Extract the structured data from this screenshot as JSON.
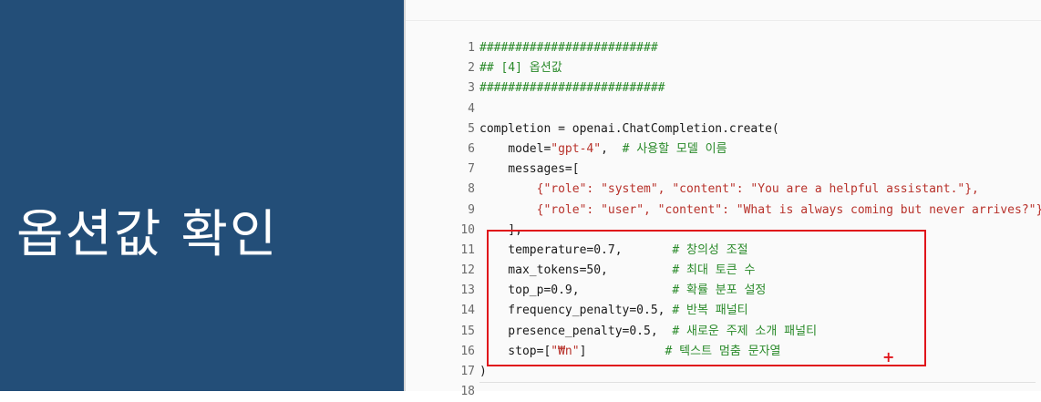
{
  "slide": {
    "title": "옵션값 확인"
  },
  "editor": {
    "lines": [
      {
        "n": "1",
        "parts": [
          {
            "t": "#########################",
            "c": "cmt"
          }
        ]
      },
      {
        "n": "2",
        "parts": [
          {
            "t": "## [4] 옵션값",
            "c": "cmt"
          }
        ]
      },
      {
        "n": "3",
        "parts": [
          {
            "t": "##########################",
            "c": "cmt"
          }
        ]
      },
      {
        "n": "4",
        "parts": []
      },
      {
        "n": "5",
        "parts": [
          {
            "t": "completion = openai.ChatCompletion.create(",
            "c": ""
          }
        ]
      },
      {
        "n": "6",
        "parts": [
          {
            "t": "    model=",
            "c": ""
          },
          {
            "t": "\"gpt-4\"",
            "c": "str"
          },
          {
            "t": ",  ",
            "c": ""
          },
          {
            "t": "# 사용할 모델 이름",
            "c": "cmt"
          }
        ]
      },
      {
        "n": "7",
        "parts": [
          {
            "t": "    messages=[",
            "c": ""
          }
        ]
      },
      {
        "n": "8",
        "parts": [
          {
            "t": "        ",
            "c": ""
          },
          {
            "t": "{\"role\": \"system\", \"content\": \"You are a helpful assistant.\"},",
            "c": "str"
          }
        ]
      },
      {
        "n": "9",
        "parts": [
          {
            "t": "        ",
            "c": ""
          },
          {
            "t": "{\"role\": \"user\", \"content\": \"What is always coming but never arrives?\"}",
            "c": "str"
          }
        ]
      },
      {
        "n": "10",
        "parts": [
          {
            "t": "    ],",
            "c": ""
          }
        ]
      },
      {
        "n": "11",
        "parts": [
          {
            "t": "    temperature=0.7,       ",
            "c": ""
          },
          {
            "t": "# 창의성 조절",
            "c": "cmt"
          }
        ]
      },
      {
        "n": "12",
        "parts": [
          {
            "t": "    max_tokens=50,         ",
            "c": ""
          },
          {
            "t": "# 최대 토큰 수",
            "c": "cmt"
          }
        ]
      },
      {
        "n": "13",
        "parts": [
          {
            "t": "    top_p=0.9,             ",
            "c": ""
          },
          {
            "t": "# 확률 분포 설정",
            "c": "cmt"
          }
        ]
      },
      {
        "n": "14",
        "parts": [
          {
            "t": "    frequency_penalty=0.5, ",
            "c": ""
          },
          {
            "t": "# 반복 패널티",
            "c": "cmt"
          }
        ]
      },
      {
        "n": "15",
        "parts": [
          {
            "t": "    presence_penalty=0.5,  ",
            "c": ""
          },
          {
            "t": "# 새로운 주제 소개 패널티",
            "c": "cmt"
          }
        ]
      },
      {
        "n": "16",
        "parts": [
          {
            "t": "    stop=[",
            "c": ""
          },
          {
            "t": "\"₩n\"",
            "c": "str"
          },
          {
            "t": "]           ",
            "c": ""
          },
          {
            "t": "# 텍스트 멈춤 문자열",
            "c": "cmt"
          }
        ]
      },
      {
        "n": "17",
        "parts": [
          {
            "t": ")",
            "c": ""
          }
        ]
      },
      {
        "n": "18",
        "parts": []
      }
    ]
  },
  "annotation": {
    "plus": "+"
  },
  "colors": {
    "panel": "#234e78",
    "highlight": "#e0141a",
    "comment": "#2a8a2a",
    "string": "#b8322b"
  }
}
